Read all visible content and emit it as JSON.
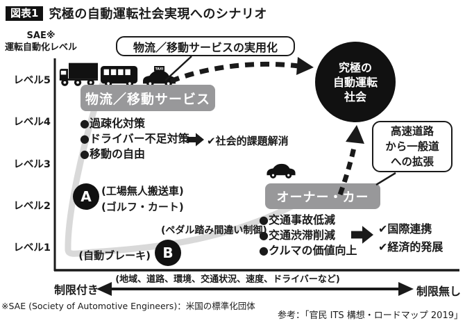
{
  "header": {
    "tag": "図表1",
    "title": "究極の自動運転社会実現へのシナリオ"
  },
  "y_axis": {
    "title_line1": "SAE※",
    "title_line2": "運転自動化レベル",
    "levels": [
      "レベル5",
      "レベル4",
      "レベル3",
      "レベル2",
      "レベル1"
    ]
  },
  "x_axis": {
    "left_label": "制限付き",
    "right_label": "制限無し",
    "caption": "(地域、道路、環境、交通状況、速度、ドライバーなど)"
  },
  "top_callout": {
    "label": "物流／移動サービスの実用化"
  },
  "goal_circle": {
    "lines": [
      "究極の",
      "自動運転",
      "社会"
    ]
  },
  "highway_callout": {
    "lines": [
      "高速道路",
      "から一般道",
      "への拡張"
    ]
  },
  "logistics": {
    "box_label": "物流／移動サービス",
    "bullets": [
      "●過疎化対策",
      "●ドライバー不足対策",
      "●移動の自由"
    ],
    "outcome": "✔社会的課題解消"
  },
  "owner_car": {
    "box_label": "オーナー・カー",
    "bullets": [
      "●交通事故低減",
      "●交通渋滞削減",
      "●クルマの価値向上"
    ],
    "outcomes": [
      "✔国際連携",
      "✔経済的発展"
    ]
  },
  "points": {
    "a": {
      "label": "A",
      "notes": [
        "(工場無人搬送車)",
        "(ゴルフ・カート)"
      ]
    },
    "b": {
      "label": "B",
      "note_left": "(自動ブレーキ)",
      "note_above": "(ペダル踏み間違い制御)"
    }
  },
  "icons": {
    "taxi_sign": "TAXI"
  },
  "footnotes": {
    "sae": "※SAE (Society of Automotive Engineers)：米国の標準化団体",
    "reference": "参考：「官民 ITS 構想・ロードマップ 2019」"
  },
  "colors": {
    "ink": "#1a1a1a",
    "box_gray": "#98989a",
    "swoosh_gray": "#d9d9d9"
  }
}
